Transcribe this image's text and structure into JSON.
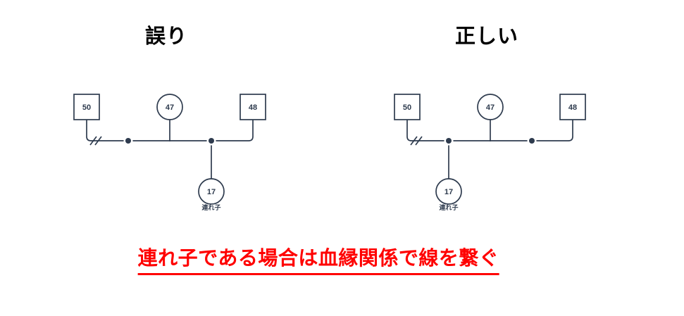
{
  "colors": {
    "line": "#2e3b4e",
    "accent_red": "#ff0000",
    "title_text": "#000000",
    "background": "#ffffff"
  },
  "caption": "連れ子である場合は血縁関係で線を繋ぐ",
  "diagrams": {
    "wrong": {
      "title": "誤り",
      "ex_husband_age": "50",
      "mother_age": "47",
      "current_husband_age": "48",
      "child_age": "17",
      "child_label": "連れ子",
      "child_attached_to": "right-union-dot"
    },
    "correct": {
      "title": "正しい",
      "ex_husband_age": "50",
      "mother_age": "47",
      "current_husband_age": "48",
      "child_age": "17",
      "child_label": "連れ子",
      "child_attached_to": "left-union-dot"
    }
  }
}
